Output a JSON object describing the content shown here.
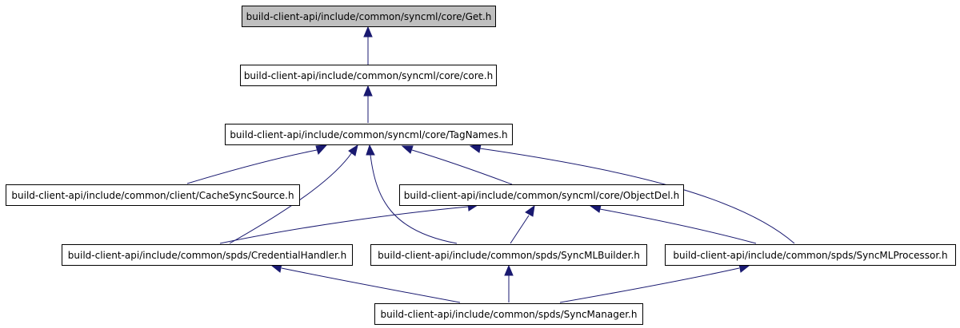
{
  "graph": {
    "colors": {
      "edge": "#191970",
      "root_fill": "#bfbfbf",
      "node_fill": "#ffffff",
      "border": "#000000"
    },
    "nodes": {
      "get": "build-client-api/include/common/syncml/core/Get.h",
      "core": "build-client-api/include/common/syncml/core/core.h",
      "tagnames": "build-client-api/include/common/syncml/core/TagNames.h",
      "cachesyncsource": "build-client-api/include/common/client/CacheSyncSource.h",
      "objectdel": "build-client-api/include/common/syncml/core/ObjectDel.h",
      "credentialhandler": "build-client-api/include/common/spds/CredentialHandler.h",
      "syncmlbuilder": "build-client-api/include/common/spds/SyncMLBuilder.h",
      "syncmlprocessor": "build-client-api/include/common/spds/SyncMLProcessor.h",
      "syncmanager": "build-client-api/include/common/spds/SyncManager.h"
    },
    "edges": [
      [
        "core",
        "get"
      ],
      [
        "tagnames",
        "core"
      ],
      [
        "cachesyncsource",
        "tagnames"
      ],
      [
        "credentialhandler",
        "tagnames"
      ],
      [
        "syncmlbuilder",
        "tagnames"
      ],
      [
        "objectdel",
        "tagnames"
      ],
      [
        "syncmlprocessor",
        "tagnames"
      ],
      [
        "credentialhandler",
        "objectdel"
      ],
      [
        "syncmlbuilder",
        "objectdel"
      ],
      [
        "syncmlprocessor",
        "objectdel"
      ],
      [
        "syncmanager",
        "credentialhandler"
      ],
      [
        "syncmanager",
        "syncmlbuilder"
      ],
      [
        "syncmanager",
        "syncmlprocessor"
      ]
    ]
  }
}
